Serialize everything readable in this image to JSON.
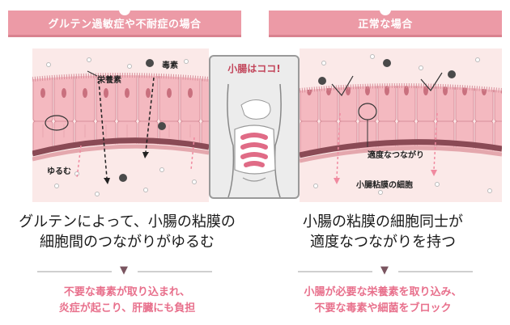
{
  "left": {
    "banner": "グルテン過敏症や不耐症の場合",
    "labels": {
      "nutrient": "栄養素",
      "toxin": "毒素",
      "loose": "ゆるむ"
    },
    "result_line1": "グルテンによって、小腸の粘膜の",
    "result_line2": "細胞間のつながりがゆるむ",
    "effect_line1": "不要な毒素が取り込まれ、",
    "effect_line2": "炎症が起こり、肝臓にも負担"
  },
  "center": {
    "title": "小腸はココ!"
  },
  "right": {
    "banner": "正常な場合",
    "labels": {
      "junction": "適度なつながり",
      "mucosa_cells": "小腸粘膜の細胞"
    },
    "result_line1": "小腸の粘膜の細胞同士が",
    "result_line2": "適度なつながりを持つ",
    "effect_line1": "小腸が必要な栄養素を取り込み、",
    "effect_line2": "不要な毒素や細菌をブロック"
  },
  "arrow_icon": "▼",
  "colors": {
    "banner": "#ec9aa6",
    "effect_text": "#e8708c",
    "panel_bg": "#fbe9e8",
    "membrane": "#8a4a55"
  }
}
